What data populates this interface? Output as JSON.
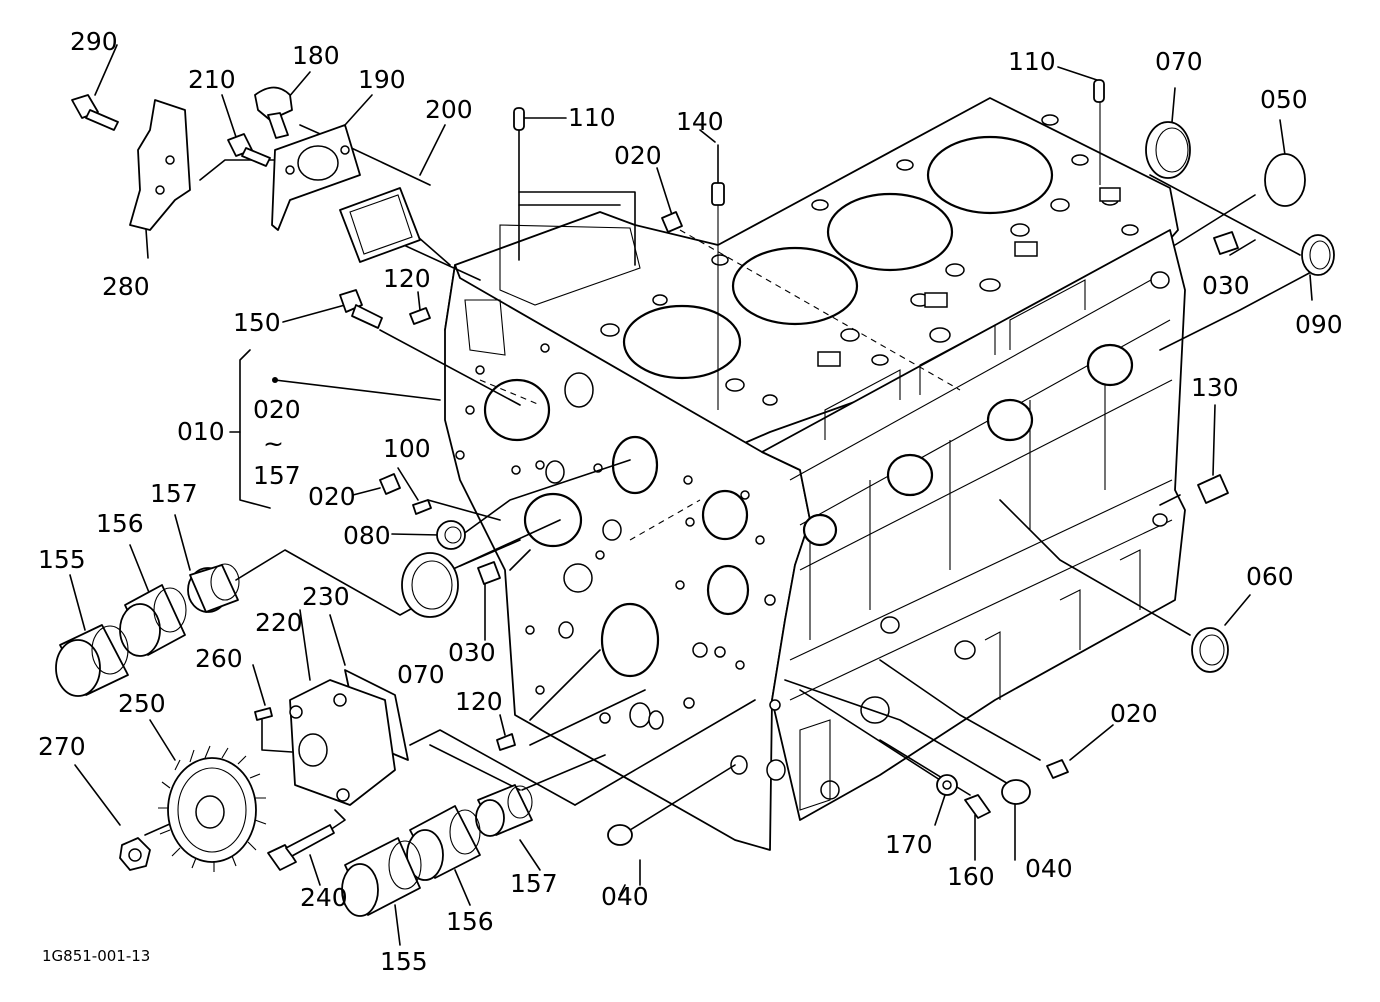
{
  "diagram_code": "1G851-001-13",
  "labels": {
    "l290": "290",
    "l210": "210",
    "l180": "180",
    "l190": "190",
    "l200": "200",
    "l280": "280",
    "l110a": "110",
    "l110b": "110",
    "l140": "140",
    "l020a": "020",
    "l070a": "070",
    "l050": "050",
    "l030a": "030",
    "l090": "090",
    "l120a": "120",
    "l150": "150",
    "l010": "010",
    "l020r1": "020",
    "l157r": "157",
    "l100": "100",
    "l020b": "020",
    "l080": "080",
    "l130": "130",
    "l157a": "157",
    "l156a": "156",
    "l155a": "155",
    "l070b": "070",
    "l030b": "030",
    "l230": "230",
    "l220": "220",
    "l260": "260",
    "l250": "250",
    "l270": "270",
    "l120b": "120",
    "l060": "060",
    "l020c": "020",
    "l170": "170",
    "l160": "160",
    "l040a": "040",
    "l040b": "040",
    "l157b": "157",
    "l156b": "156",
    "l155b": "155",
    "l240": "240"
  }
}
